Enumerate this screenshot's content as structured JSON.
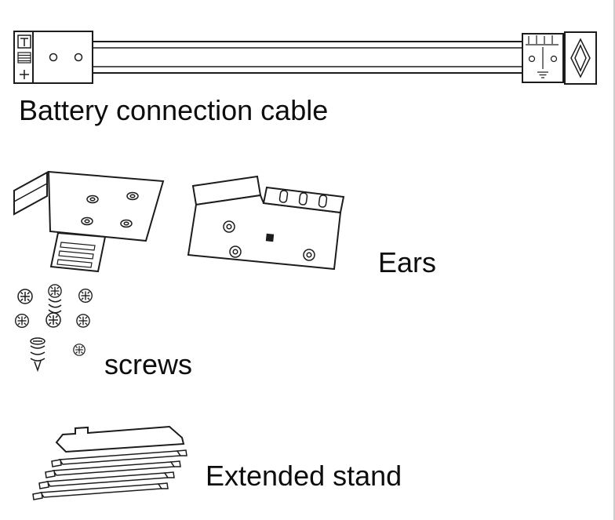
{
  "diagram": {
    "background": "#ffffff",
    "line_color": "#1c1c1c",
    "parts": [
      {
        "id": "battery-cable",
        "label": "Battery connection cable"
      },
      {
        "id": "ears",
        "label": "Ears"
      },
      {
        "id": "screws",
        "label": "screws"
      },
      {
        "id": "extended-stand",
        "label": "Extended stand"
      }
    ]
  }
}
